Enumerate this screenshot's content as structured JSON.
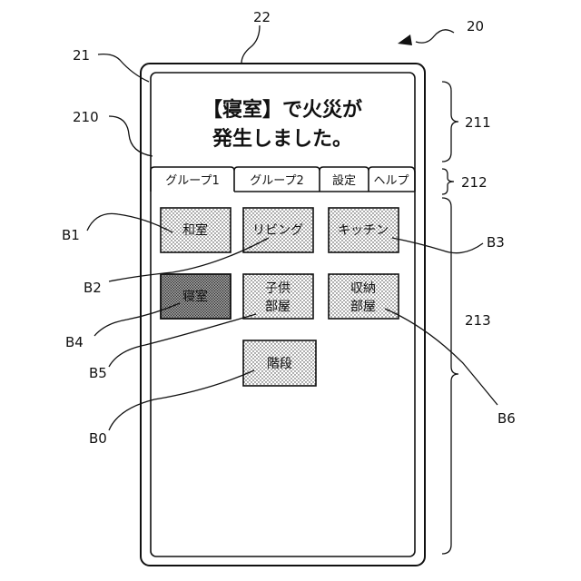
{
  "device": {
    "message_line1": "【寝室】で火災が",
    "message_line2": "発生しました。"
  },
  "tabs": [
    {
      "label": "グループ1"
    },
    {
      "label": "グループ2"
    },
    {
      "label": "設定"
    },
    {
      "label": "ヘルプ"
    }
  ],
  "buttons": [
    {
      "ref": "B1",
      "line1": "和室",
      "line2": "",
      "selected": false
    },
    {
      "ref": "B2",
      "line1": "リビング",
      "line2": "",
      "selected": false
    },
    {
      "ref": "B3",
      "line1": "キッチン",
      "line2": "",
      "selected": false
    },
    {
      "ref": "B4",
      "line1": "寝室",
      "line2": "",
      "selected": true
    },
    {
      "ref": "B5",
      "line1": "子供",
      "line2": "部屋",
      "selected": false
    },
    {
      "ref": "B6",
      "line1": "収納",
      "line2": "部屋",
      "selected": false
    },
    {
      "ref": "B0",
      "line1": "階段",
      "line2": "",
      "selected": false
    }
  ],
  "reference_labels": {
    "terminal": "20",
    "housing": "21",
    "screen": "22",
    "display_area": "210",
    "message_region": "211",
    "tab_region": "212",
    "button_region": "213"
  }
}
